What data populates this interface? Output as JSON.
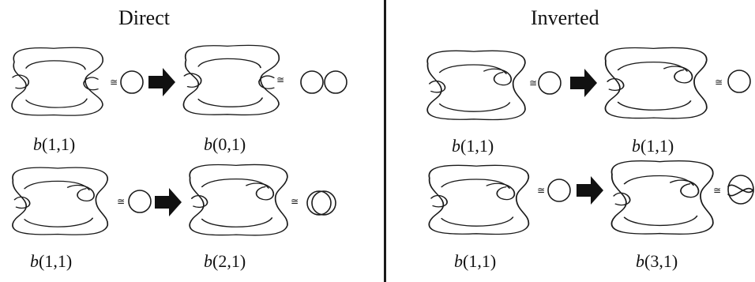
{
  "panels": {
    "direct": {
      "title": "Direct"
    },
    "inverted": {
      "title": "Inverted"
    }
  },
  "congruence_symbol": "≅",
  "labels": {
    "direct_top_left": {
      "letter": "b",
      "args": "(1,1)"
    },
    "direct_top_right": {
      "letter": "b",
      "args": "(0,1)"
    },
    "direct_bottom_left": {
      "letter": "b",
      "args": "(1,1)"
    },
    "direct_bottom_right": {
      "letter": "b",
      "args": "(2,1)"
    },
    "inverted_top_left": {
      "letter": "b",
      "args": "(1,1)"
    },
    "inverted_top_right": {
      "letter": "b",
      "args": "(1,1)"
    },
    "inverted_bottom_left": {
      "letter": "b",
      "args": "(1,1)"
    },
    "inverted_bottom_right": {
      "letter": "b",
      "args": "(3,1)"
    }
  }
}
